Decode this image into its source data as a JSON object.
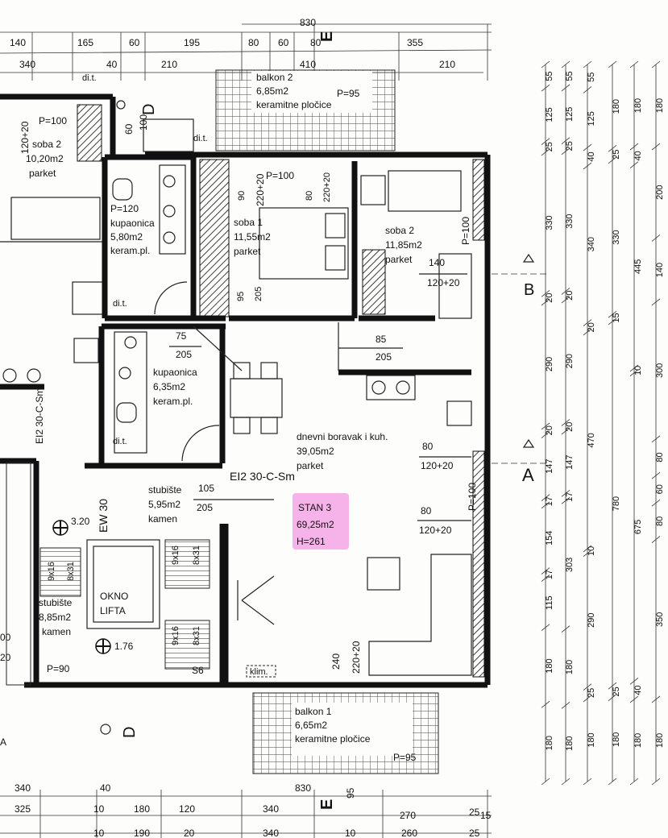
{
  "rooms": {
    "balkon2": {
      "name": "balkon 2",
      "area": "6,85m2",
      "floor": "keramitne pločice",
      "p": "P=95"
    },
    "balkon1": {
      "name": "balkon 1",
      "area": "6,65m2",
      "floor": "keramitne pločice",
      "p": "P=95"
    },
    "soba2_left": {
      "name": "soba 2",
      "area": "10,20m2",
      "floor": "parket",
      "p": "P=100",
      "win": "120+20"
    },
    "kupaonica_top": {
      "name": "kupaonica",
      "area": "5,80m2",
      "floor": "keram.pl.",
      "p": "P=120"
    },
    "soba1": {
      "name": "soba 1",
      "area": "11,55m2",
      "floor": "parket",
      "p": "P=100",
      "win": "220+20"
    },
    "soba2_right": {
      "name": "soba 2",
      "area": "11,85m2",
      "floor": "parket",
      "p": "P=100"
    },
    "kupaonica_mid": {
      "name": "kupaonica",
      "area": "6,35m2",
      "floor": "keram.pl."
    },
    "dnevni": {
      "name": "dnevni boravak i kuh.",
      "area": "39,05m2",
      "floor": "parket"
    },
    "stubiste_top": {
      "name": "stubište",
      "area": "5,95m2",
      "floor": "kamen"
    },
    "stubiste_bot": {
      "name": "stubište",
      "area": "8,85m2",
      "floor": "kamen",
      "p": "P=90"
    },
    "lift": {
      "line1": "OKNO",
      "line2": "LIFTA"
    }
  },
  "apartment": {
    "name": "STAN 3",
    "area": "69,25m2",
    "height": "H=261"
  },
  "labels": {
    "dit": "di.t.",
    "wall_rating": "EI2 30-C-Sm",
    "wall_rating_left": "EI2 30-C-Sm",
    "wall_ew": "EW 30",
    "klim": "klim.",
    "section_a": "A",
    "section_b": "B",
    "section_d": "D",
    "section_e": "E",
    "section_s6": "S6",
    "level_1": "3.20",
    "level_2": "1.76",
    "stair_a": "9x16",
    "stair_b": "8x31",
    "stair_c": "9x16",
    "stair_d": "8x31",
    "stair_e": "9x16",
    "stair_f": "8x31",
    "win_140": "140",
    "win_120_b": "120+20",
    "win_80a": "80",
    "win_120_c": "120+20",
    "win_80b": "80",
    "win_120_d": "120+20",
    "win_p100": "P=100",
    "door_75": "75",
    "door_205a": "205",
    "door_85": "85",
    "door_205b": "205",
    "door_105": "105",
    "door_205c": "205",
    "door_90": "90",
    "door_80": "80",
    "door_95": "95",
    "door_205d": "205",
    "door_60": "60",
    "door_100": "100",
    "bot_240": "240",
    "bot_220": "220+20",
    "left_00": "00",
    "left_20": "20",
    "left_a": "A"
  },
  "dims_top": {
    "r1": [
      "140",
      "165",
      "60",
      "195",
      "80",
      "60",
      "80",
      "355"
    ],
    "r0": "830",
    "r2": [
      "340",
      "40",
      "210",
      "410",
      "210"
    ]
  },
  "dims_bottom": {
    "r1": [
      "340",
      "40",
      "830",
      "95"
    ],
    "r2": [
      "325",
      "10",
      "180",
      "120",
      "340",
      "270",
      "25",
      "15"
    ],
    "r3": [
      "10",
      "190",
      "20",
      "340",
      "10",
      "260",
      "25"
    ]
  },
  "dims_right": {
    "c1": [
      "55",
      "125",
      "25",
      "330",
      "20",
      "290",
      "20",
      "147",
      "17",
      "154",
      "17",
      "115",
      "180",
      "180"
    ],
    "c2": [
      "55",
      "125",
      "25",
      "330",
      "20",
      "290",
      "20",
      "147",
      "17",
      "303",
      "180",
      "180"
    ],
    "c3": [
      "55",
      "125",
      "40",
      "340",
      "20",
      "470",
      "10",
      "290",
      "25",
      "180"
    ],
    "c4": [
      "180",
      "25",
      "330",
      "15",
      "780",
      "25",
      "180"
    ],
    "c5": [
      "180",
      "40",
      "445",
      "10",
      "675",
      "40",
      "180"
    ],
    "c6": [
      "180",
      "200",
      "140",
      "300",
      "80",
      "60",
      "80",
      "350",
      "180"
    ]
  },
  "colors": {
    "ink": "#111111",
    "highlight": "#f6b3ea",
    "paper": "#fdfdfb"
  }
}
